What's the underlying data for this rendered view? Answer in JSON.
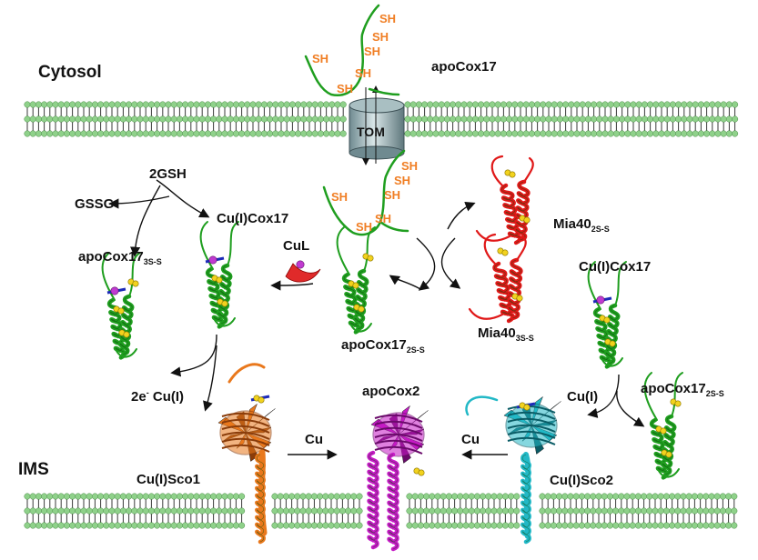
{
  "regions": {
    "cytosol": "Cytosol",
    "ims": "IMS"
  },
  "complexes": {
    "tom": "TOM"
  },
  "molecules": {
    "apoCox17": "apoCox17",
    "cuCox17_left": "Cu(I)Cox17",
    "cuCox17_right": "Cu(I)Cox17",
    "apoCox17_3ss": {
      "base": "apoCox17",
      "sub": "3S-S"
    },
    "apoCox17_2ss_center": {
      "base": "apoCox17",
      "sub": "2S-S"
    },
    "apoCox17_2ss_right": {
      "base": "apoCox17",
      "sub": "2S-S"
    },
    "mia40_2ss": {
      "base": "Mia40",
      "sub": "2S-S"
    },
    "mia40_3ss": {
      "base": "Mia40",
      "sub": "3S-S"
    },
    "cuSco1": "Cu(I)Sco1",
    "cuSco2": "Cu(I)Sco2",
    "apoCox2": "apoCox2"
  },
  "reactants": {
    "gsh": "2GSH",
    "gssg": "GSSG",
    "cul": "CuL",
    "two_e": {
      "base": "2e",
      "sup": "-",
      "rest": " Cu(I)"
    },
    "cu_left": "Cu",
    "cu_right": "Cu",
    "cu_i": "Cu(I)"
  },
  "thiol": "SH",
  "colors": {
    "membrane_head": "#8fd18a",
    "tail": "#3a3a3a",
    "cox17": "#1f9e1f",
    "mia40": "#e01818",
    "sco1": "#e9781c",
    "cox2": "#c51ac5",
    "sco2": "#22b8c6",
    "sh": "#f07e24",
    "disulfide": "#f2d21e",
    "copper": "#c03ad0"
  }
}
